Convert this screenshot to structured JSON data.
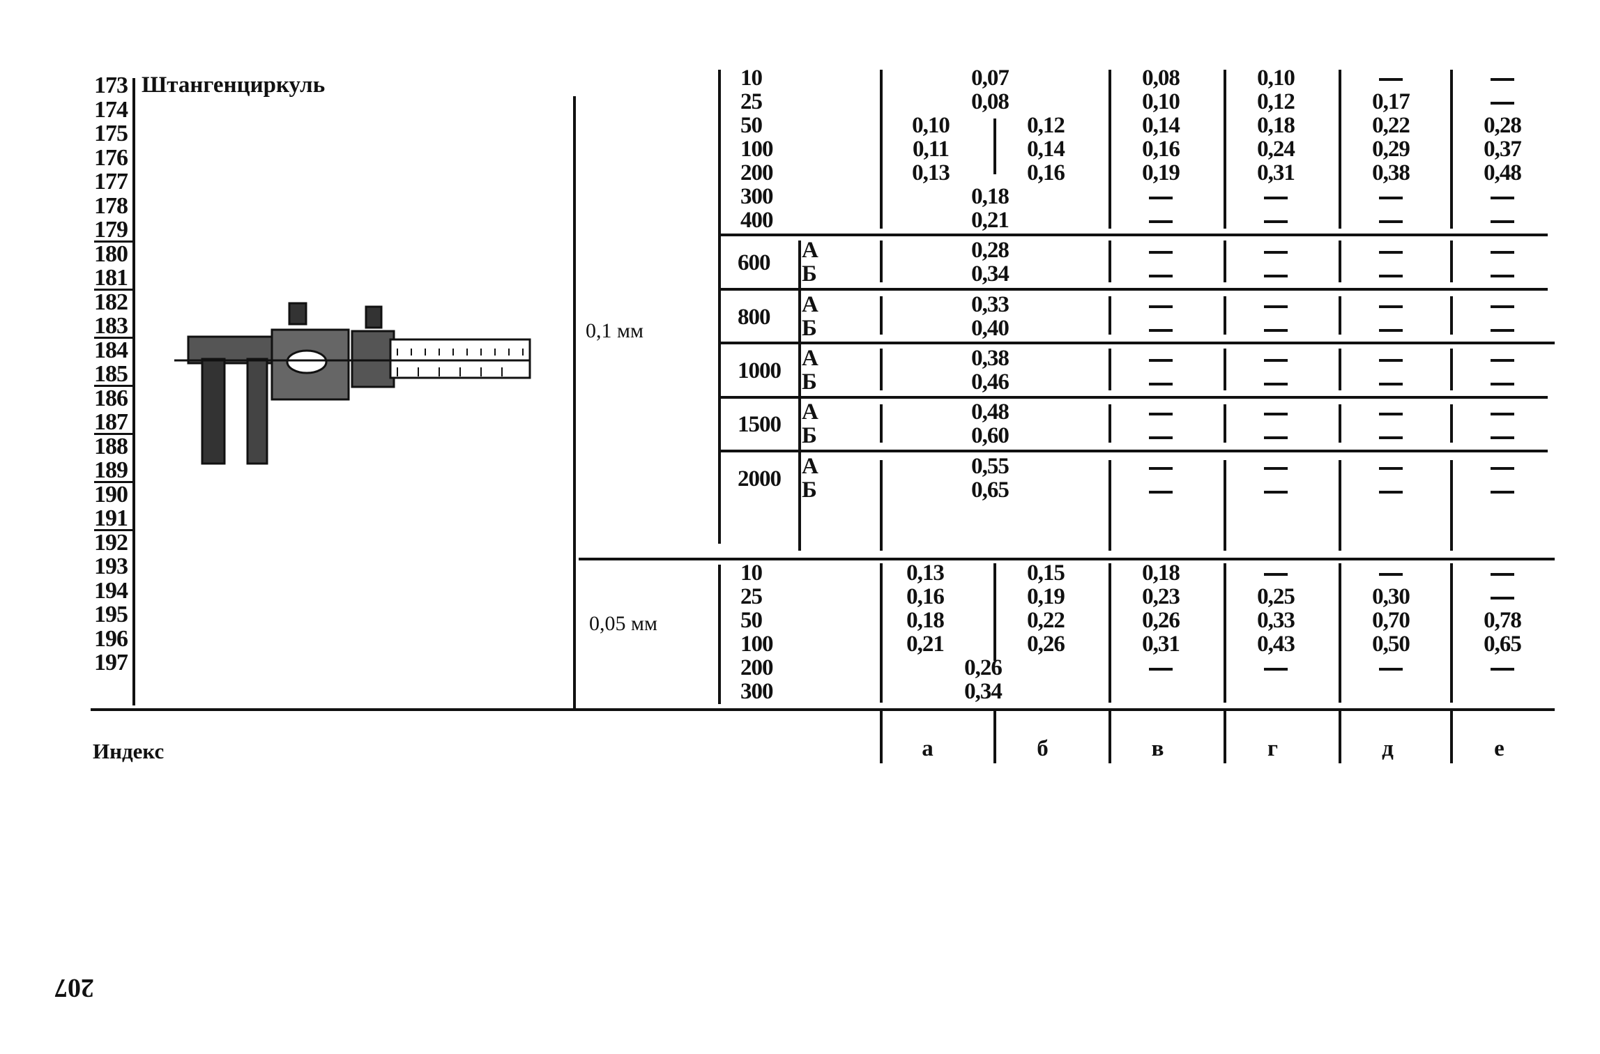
{
  "page_number": "207",
  "instrument": "Штангенциркуль",
  "row_indices": [
    "173",
    "174",
    "175",
    "176",
    "177",
    "178",
    "179",
    "180",
    "181",
    "182",
    "183",
    "184",
    "185",
    "186",
    "187",
    "188",
    "189",
    "190",
    "191",
    "192",
    "193",
    "194",
    "195",
    "196",
    "197"
  ],
  "precision_labels": {
    "p01": "0,1 мм",
    "p005": "0,05 мм"
  },
  "footer": {
    "index_label": "Индекс",
    "columns": [
      "а",
      "б",
      "в",
      "г",
      "д",
      "е"
    ]
  },
  "table_01": {
    "lengths_top": [
      "10",
      "25",
      "50",
      "100",
      "200",
      "300",
      "400"
    ],
    "ab_top": [
      "0,07",
      "0,08",
      "",
      "",
      "",
      "0,18",
      "0,21"
    ],
    "a_top": [
      "",
      "",
      "0,10",
      "0,11",
      "0,13",
      "",
      ""
    ],
    "b_top": [
      "",
      "",
      "0,12",
      "0,14",
      "0,16",
      "",
      ""
    ],
    "v_top": [
      "0,08",
      "0,10",
      "0,14",
      "0,16",
      "0,19",
      "—",
      "—"
    ],
    "g_top": [
      "0,10",
      "0,12",
      "0,18",
      "0,24",
      "0,31",
      "—",
      "—"
    ],
    "d_top": [
      "—",
      "0,17",
      "0,22",
      "0,29",
      "0,38",
      "—",
      "—"
    ],
    "e_top": [
      "—",
      "—",
      "0,28",
      "0,37",
      "0,48",
      "—",
      "—"
    ],
    "class_A": "А",
    "class_B": "Б",
    "groups": [
      {
        "length": "600",
        "A": "0,28",
        "B": "0,34"
      },
      {
        "length": "800",
        "A": "0,33",
        "B": "0,40"
      },
      {
        "length": "1000",
        "A": "0,38",
        "B": "0,46"
      },
      {
        "length": "1500",
        "A": "0,48",
        "B": "0,60"
      },
      {
        "length": "2000",
        "A": "0,55",
        "B": "0,65"
      }
    ]
  },
  "table_005": {
    "lengths": [
      "10",
      "25",
      "50",
      "100",
      "200",
      "300"
    ],
    "ab": [
      "",
      "",
      "",
      "",
      "0,26",
      "0,34"
    ],
    "a": [
      "0,13",
      "0,16",
      "0,18",
      "0,21",
      "",
      ""
    ],
    "b": [
      "0,15",
      "0,19",
      "0,22",
      "0,26",
      "",
      ""
    ],
    "v": [
      "0,18",
      "0,23",
      "0,26",
      "0,31",
      "—",
      ""
    ],
    "g": [
      "—",
      "0,25",
      "0,33",
      "0,43",
      "—",
      ""
    ],
    "d": [
      "—",
      "0,30",
      "0,70",
      "0,50",
      "—",
      ""
    ],
    "e": [
      "—",
      "—",
      "0,78",
      "0,65",
      "—",
      ""
    ]
  }
}
